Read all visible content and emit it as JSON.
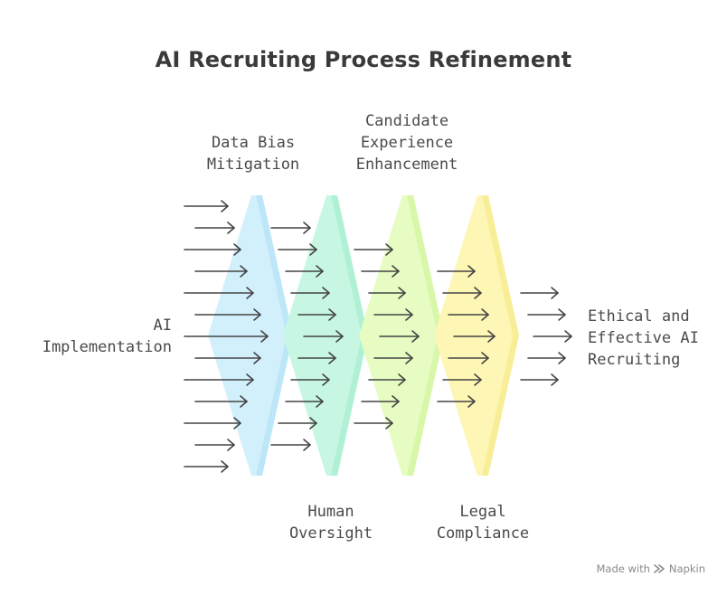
{
  "title": "AI Recruiting Process Refinement",
  "input_label": [
    "AI",
    "Implementation"
  ],
  "output_label": [
    "Ethical and",
    "Effective AI",
    "Recruiting"
  ],
  "stages": [
    {
      "name": "Data Bias Mitigation",
      "lines": [
        "Data Bias",
        "Mitigation"
      ],
      "position": "top",
      "fill": "#d2f0fc",
      "edge": "#bde6f8"
    },
    {
      "name": "Human Oversight",
      "lines": [
        "Human",
        "Oversight"
      ],
      "position": "bottom",
      "fill": "#c7f7e3",
      "edge": "#b0f0d4"
    },
    {
      "name": "Candidate Experience Enhancement",
      "lines": [
        "Candidate",
        "Experience",
        "Enhancement"
      ],
      "position": "top",
      "fill": "#e6fcc2",
      "edge": "#d8f7a8"
    },
    {
      "name": "Legal Compliance",
      "lines": [
        "Legal",
        "Compliance"
      ],
      "position": "bottom",
      "fill": "#fdf6b4",
      "edge": "#f9ee98"
    }
  ],
  "colors": {
    "arrow": "#444444",
    "text": "#444444"
  },
  "icons": {
    "credit_logo": "napkin-logo-icon"
  },
  "credit": {
    "prefix": "Made with",
    "brand": "Napkin"
  }
}
